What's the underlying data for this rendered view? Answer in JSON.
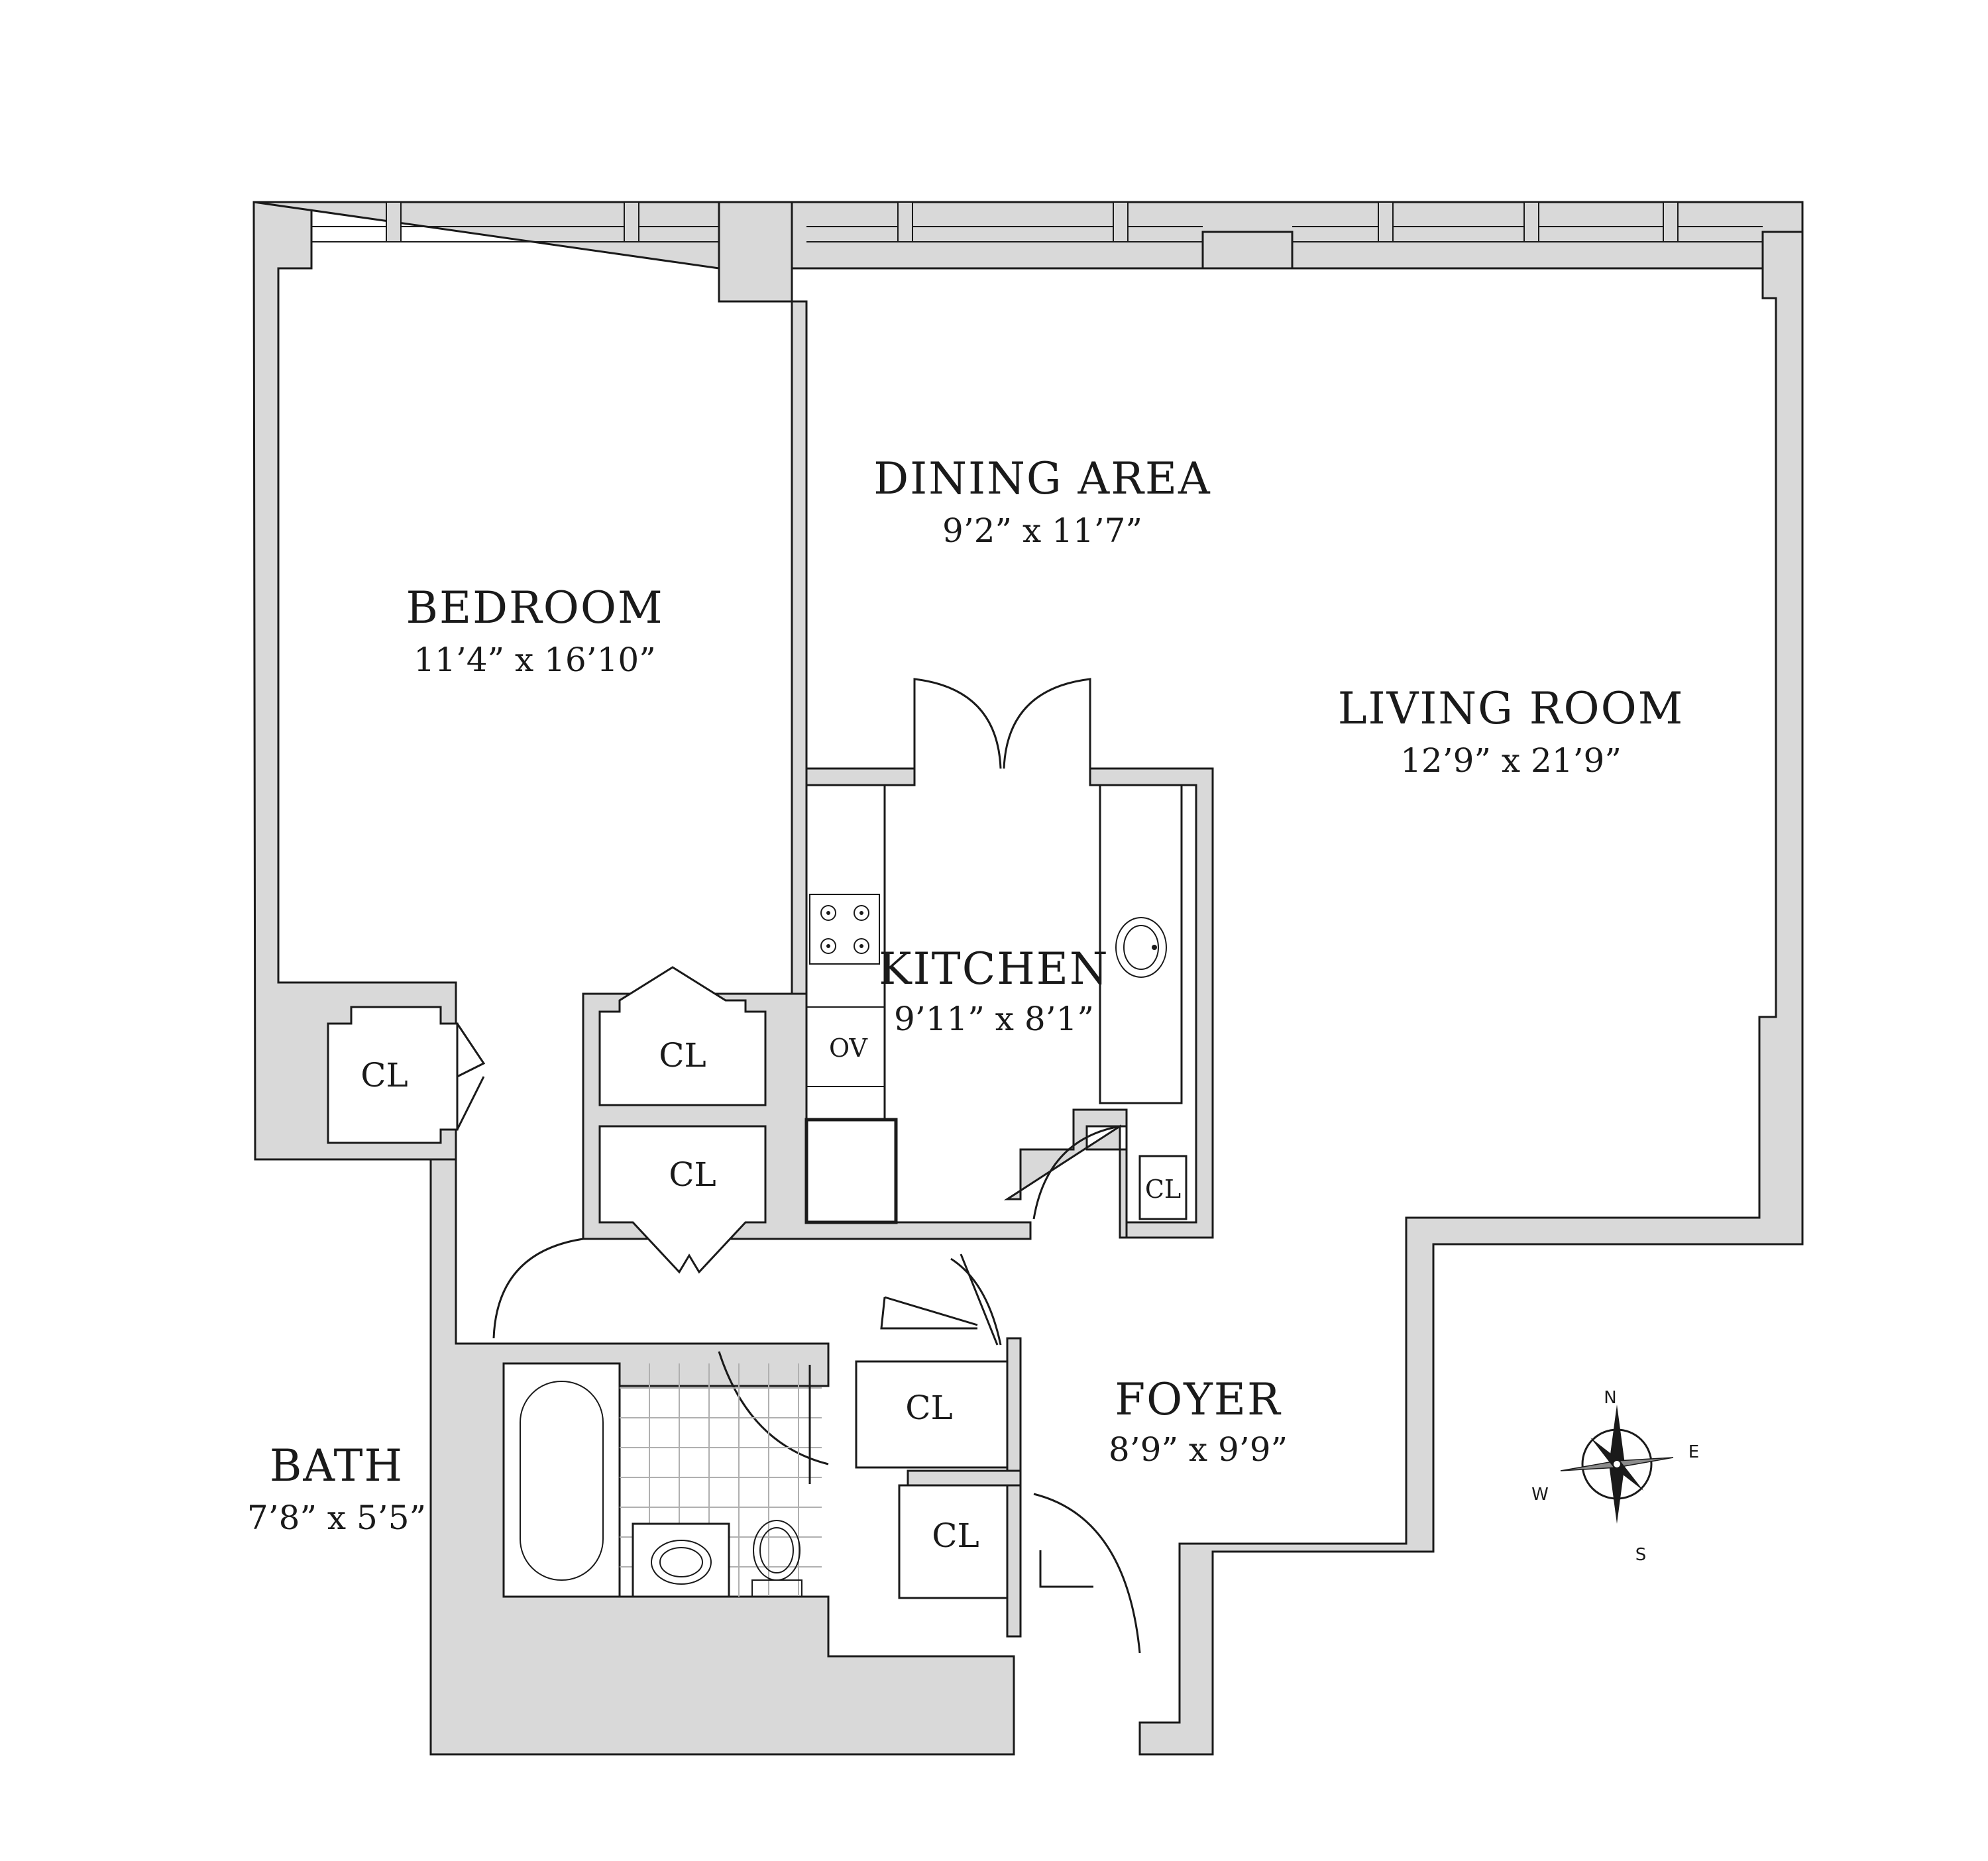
{
  "rooms": {
    "dining": {
      "name": "DINING AREA",
      "dims": "9’2” x 11’7”"
    },
    "bedroom": {
      "name": "BEDROOM",
      "dims": "11’4” x 16’10”"
    },
    "living": {
      "name": "LIVING ROOM",
      "dims": "12’9” x 21’9”"
    },
    "kitchen": {
      "name": "KITCHEN",
      "dims": "9’11” x 8’1”"
    },
    "foyer": {
      "name": "FOYER",
      "dims": "8’9” x 9’9”"
    },
    "bath": {
      "name": "BATH",
      "dims": "7’8” x 5’5”"
    }
  },
  "closets": {
    "bedroom_cl": "CL",
    "hall_cl_upper": "CL",
    "hall_cl_lower": "CL",
    "kitchen_cl": "CL",
    "foyer_cl_upper": "CL",
    "foyer_cl_lower": "CL"
  },
  "appliances": {
    "oven": "OV"
  },
  "compass": {
    "north": "N",
    "south": "S",
    "east": "E",
    "west": "W"
  },
  "colors": {
    "wall_fill": "#d9d9d9",
    "line": "#1a1a1a",
    "background": "#ffffff"
  }
}
